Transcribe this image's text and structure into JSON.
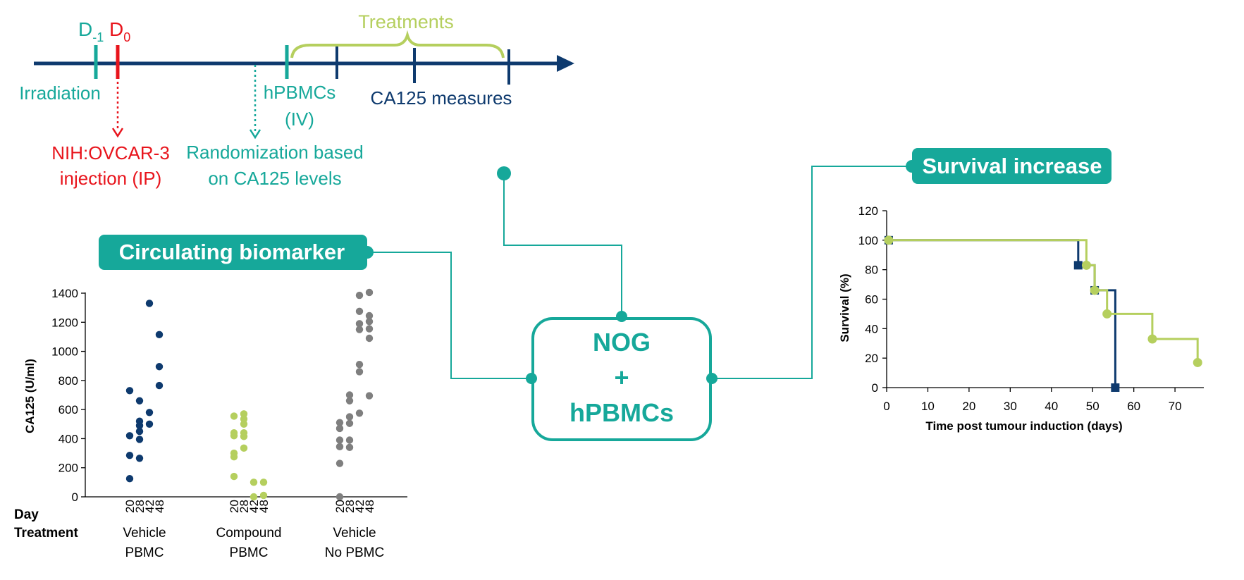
{
  "colors": {
    "teal": "#16A89A",
    "navy": "#0E3A6E",
    "red": "#E8141C",
    "lime": "#B5CF5E",
    "gray": "#7F7F7F",
    "text": "#000000"
  },
  "timeline": {
    "d_minus_1": "D",
    "d_minus_1_sub": "-1",
    "d0": "D",
    "d0_sub": "0",
    "treatments": "Treatments",
    "irradiation": "Irradiation",
    "injection_line1": "NIH:OVCAR-3",
    "injection_line2": "injection (IP)",
    "randomization_line1": "Randomization based",
    "randomization_line2": "on CA125 levels",
    "hpbmcs_line1": "hPBMCs",
    "hpbmcs_line2": "(IV)",
    "ca125_measures": "CA125 measures"
  },
  "boxes": {
    "circulating": "Circulating biomarker",
    "survival": "Survival increase",
    "center_line1": "NOG",
    "center_line2": "+",
    "center_line3": "hPBMCs"
  },
  "left_axis": {
    "day_label": "Day",
    "treatment_label": "Treatment",
    "groups": [
      {
        "line1": "Vehicle",
        "line2": "PBMC"
      },
      {
        "line1": "Compound",
        "line2": "PBMC"
      },
      {
        "line1": "Vehicle",
        "line2": "No PBMC"
      }
    ]
  },
  "chart_data": [
    {
      "type": "scatter",
      "title": "",
      "xlabel": "",
      "ylabel": "CA125 (U/ml)",
      "ylim": [
        0,
        1400
      ],
      "yticks": [
        0,
        200,
        400,
        600,
        800,
        1000,
        1200,
        1400
      ],
      "day_ticks": [
        "20",
        "28",
        "42",
        "48"
      ],
      "series": [
        {
          "group": "Vehicle PBMC",
          "color": "#0E3A6E",
          "points": [
            {
              "day": "20",
              "values": [
                730,
                420,
                285,
                125
              ]
            },
            {
              "day": "28",
              "values": [
                660,
                520,
                490,
                450,
                395,
                265
              ]
            },
            {
              "day": "42",
              "values": [
                1330,
                580,
                500
              ]
            },
            {
              "day": "48",
              "values": [
                1115,
                895,
                765
              ]
            }
          ]
        },
        {
          "group": "Compound PBMC",
          "color": "#B5CF5E",
          "points": [
            {
              "day": "20",
              "values": [
                555,
                440,
                420,
                300,
                275,
                140
              ]
            },
            {
              "day": "28",
              "values": [
                570,
                535,
                500,
                440,
                415,
                335
              ]
            },
            {
              "day": "42",
              "values": [
                100,
                0
              ]
            },
            {
              "day": "48",
              "values": [
                100,
                10
              ]
            }
          ]
        },
        {
          "group": "Vehicle No PBMC",
          "color": "#7F7F7F",
          "points": [
            {
              "day": "20",
              "values": [
                510,
                470,
                390,
                345,
                230,
                0
              ]
            },
            {
              "day": "28",
              "values": [
                700,
                660,
                550,
                505,
                390,
                340
              ]
            },
            {
              "day": "42",
              "values": [
                1385,
                1275,
                1190,
                1150,
                910,
                860,
                575
              ]
            },
            {
              "day": "48",
              "values": [
                1405,
                1245,
                1205,
                1155,
                1090,
                695
              ]
            }
          ]
        }
      ]
    },
    {
      "type": "line",
      "title": "",
      "xlabel": "Time post tumour induction (days)",
      "ylabel": "Survival (%)",
      "xlim": [
        0,
        77
      ],
      "ylim": [
        0,
        120
      ],
      "xticks": [
        0,
        10,
        20,
        30,
        40,
        50,
        60,
        70
      ],
      "yticks": [
        0,
        20,
        40,
        60,
        80,
        100,
        120
      ],
      "series": [
        {
          "color": "#0E3A6E",
          "marker": "square",
          "steps": [
            [
              0,
              100
            ],
            [
              46.5,
              100
            ],
            [
              46.5,
              83
            ],
            [
              50.5,
              83
            ],
            [
              50.5,
              66
            ],
            [
              55.5,
              66
            ],
            [
              55.5,
              0
            ]
          ],
          "markers": [
            [
              0.5,
              100
            ],
            [
              46.5,
              83
            ],
            [
              50.5,
              66
            ],
            [
              55.5,
              0
            ]
          ]
        },
        {
          "color": "#B5CF5E",
          "marker": "circle",
          "steps": [
            [
              0,
              100
            ],
            [
              48.5,
              100
            ],
            [
              48.5,
              83
            ],
            [
              50.5,
              83
            ],
            [
              50.5,
              66
            ],
            [
              53.5,
              66
            ],
            [
              53.5,
              50
            ],
            [
              64.5,
              50
            ],
            [
              64.5,
              33
            ],
            [
              75.5,
              33
            ],
            [
              75.5,
              17
            ]
          ],
          "markers": [
            [
              0.5,
              100
            ],
            [
              48.5,
              83
            ],
            [
              50.5,
              66
            ],
            [
              53.5,
              50
            ],
            [
              64.5,
              33
            ],
            [
              75.5,
              17
            ]
          ]
        }
      ]
    }
  ]
}
